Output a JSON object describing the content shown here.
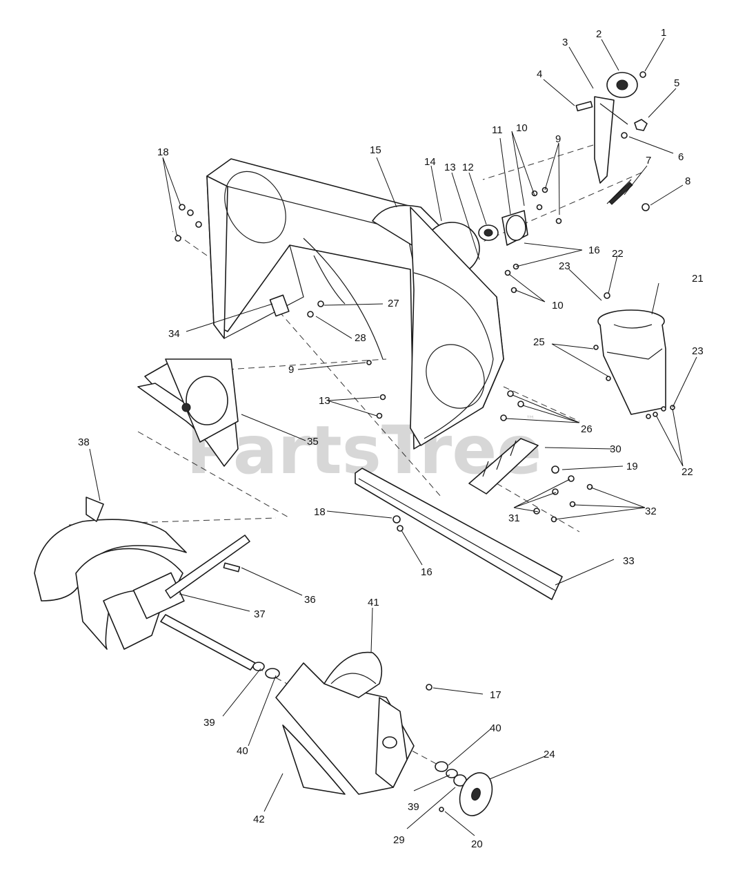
{
  "watermark": {
    "text": "PartsTree",
    "mark": "™"
  },
  "callouts": [
    {
      "id": "c1",
      "label": "1"
    },
    {
      "id": "c2",
      "label": "2"
    },
    {
      "id": "c3",
      "label": "3"
    },
    {
      "id": "c4",
      "label": "4"
    },
    {
      "id": "c5",
      "label": "5"
    },
    {
      "id": "c6",
      "label": "6"
    },
    {
      "id": "c7",
      "label": "7"
    },
    {
      "id": "c8",
      "label": "8"
    },
    {
      "id": "c9a",
      "label": "9"
    },
    {
      "id": "c9b",
      "label": "9"
    },
    {
      "id": "c10a",
      "label": "10"
    },
    {
      "id": "c10b",
      "label": "10"
    },
    {
      "id": "c11",
      "label": "11"
    },
    {
      "id": "c12",
      "label": "12"
    },
    {
      "id": "c13a",
      "label": "13"
    },
    {
      "id": "c13b",
      "label": "13"
    },
    {
      "id": "c14",
      "label": "14"
    },
    {
      "id": "c15",
      "label": "15"
    },
    {
      "id": "c16a",
      "label": "16"
    },
    {
      "id": "c16b",
      "label": "16"
    },
    {
      "id": "c17",
      "label": "17"
    },
    {
      "id": "c18a",
      "label": "18"
    },
    {
      "id": "c18b",
      "label": "18"
    },
    {
      "id": "c19",
      "label": "19"
    },
    {
      "id": "c20",
      "label": "20"
    },
    {
      "id": "c21",
      "label": "21"
    },
    {
      "id": "c22a",
      "label": "22"
    },
    {
      "id": "c22b",
      "label": "22"
    },
    {
      "id": "c23a",
      "label": "23"
    },
    {
      "id": "c23b",
      "label": "23"
    },
    {
      "id": "c24",
      "label": "24"
    },
    {
      "id": "c25",
      "label": "25"
    },
    {
      "id": "c26",
      "label": "26"
    },
    {
      "id": "c27",
      "label": "27"
    },
    {
      "id": "c28",
      "label": "28"
    },
    {
      "id": "c29",
      "label": "29"
    },
    {
      "id": "c30",
      "label": "30"
    },
    {
      "id": "c31",
      "label": "31"
    },
    {
      "id": "c32",
      "label": "32"
    },
    {
      "id": "c33",
      "label": "33"
    },
    {
      "id": "c34",
      "label": "34"
    },
    {
      "id": "c35",
      "label": "35"
    },
    {
      "id": "c36",
      "label": "36"
    },
    {
      "id": "c37",
      "label": "37"
    },
    {
      "id": "c38",
      "label": "38"
    },
    {
      "id": "c39a",
      "label": "39"
    },
    {
      "id": "c39b",
      "label": "39"
    },
    {
      "id": "c40a",
      "label": "40"
    },
    {
      "id": "c40b",
      "label": "40"
    },
    {
      "id": "c41",
      "label": "41"
    },
    {
      "id": "c42",
      "label": "42"
    }
  ]
}
